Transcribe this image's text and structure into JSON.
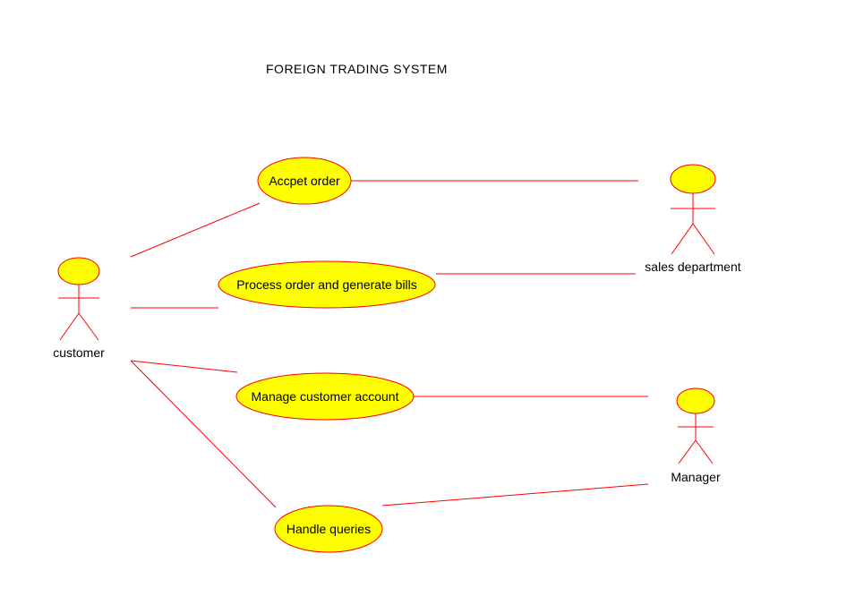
{
  "title": "FOREIGN TRADING SYSTEM",
  "colors": {
    "line": "#ff0000",
    "usecase_fill": "#ffff00",
    "usecase_stroke": "#ff0000",
    "text": "#000000",
    "background": "#ffffff"
  },
  "actors": {
    "customer": "customer",
    "sales": "sales department",
    "manager": "Manager"
  },
  "usecases": {
    "accept_order": "Accpet order",
    "process_order": "Process order and generate bills",
    "manage_account": "Manage customer account",
    "handle_queries": "Handle queries"
  },
  "associations": [
    {
      "from": "customer",
      "to": "Accpet order"
    },
    {
      "from": "customer",
      "to": "Process order and generate bills"
    },
    {
      "from": "customer",
      "to": "Manage customer account"
    },
    {
      "from": "customer",
      "to": "Handle queries"
    },
    {
      "from": "Accpet order",
      "to": "sales department"
    },
    {
      "from": "Process order and generate bills",
      "to": "sales department"
    },
    {
      "from": "Manage customer account",
      "to": "Manager"
    },
    {
      "from": "Handle queries",
      "to": "Manager"
    }
  ]
}
